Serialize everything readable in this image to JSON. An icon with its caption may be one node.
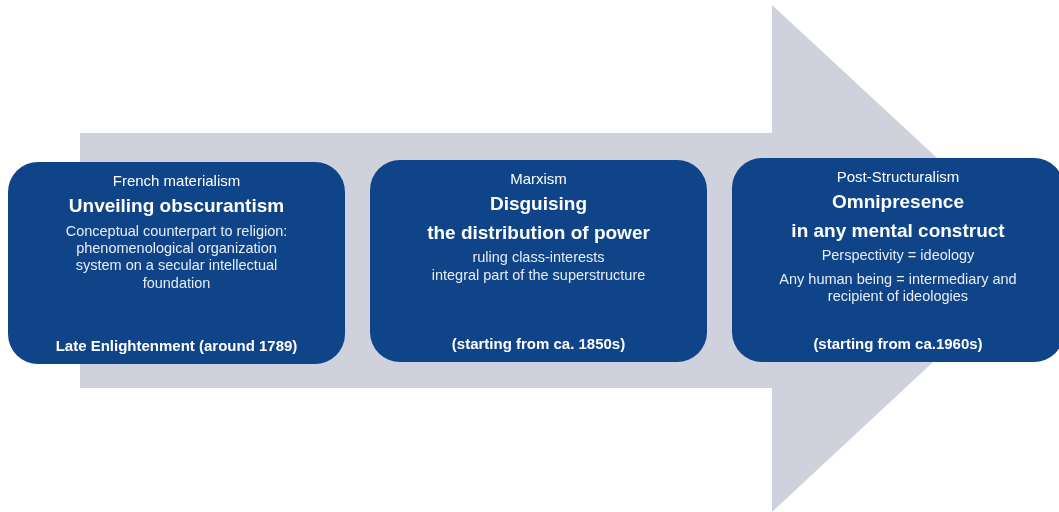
{
  "diagram": {
    "nodes": [
      {
        "text": [
          "French materialism",
          "Unveiling obscurantism",
          "Conceptual counterpart to religion: phenomenological organization system on a secular intellectual foundation",
          "Late Enlightenment (around 1789)"
        ]
      },
      {
        "text": [
          "Marxism",
          "Disguising",
          "the distribution of power",
          "ruling class-interests",
          "integral part of the superstructure",
          "(starting from ca. 1850s)"
        ]
      },
      {
        "text": [
          "Post-Structuralism",
          "Omnipresence",
          "in any mental construct",
          "Perspectivity = ideology",
          "Any human being = intermediary and recipient of ideologies",
          "(starting from ca.1960s)"
        ]
      }
    ],
    "edges": [
      {
        "from": 0,
        "to": 2,
        "arrow": "to"
      }
    ]
  }
}
